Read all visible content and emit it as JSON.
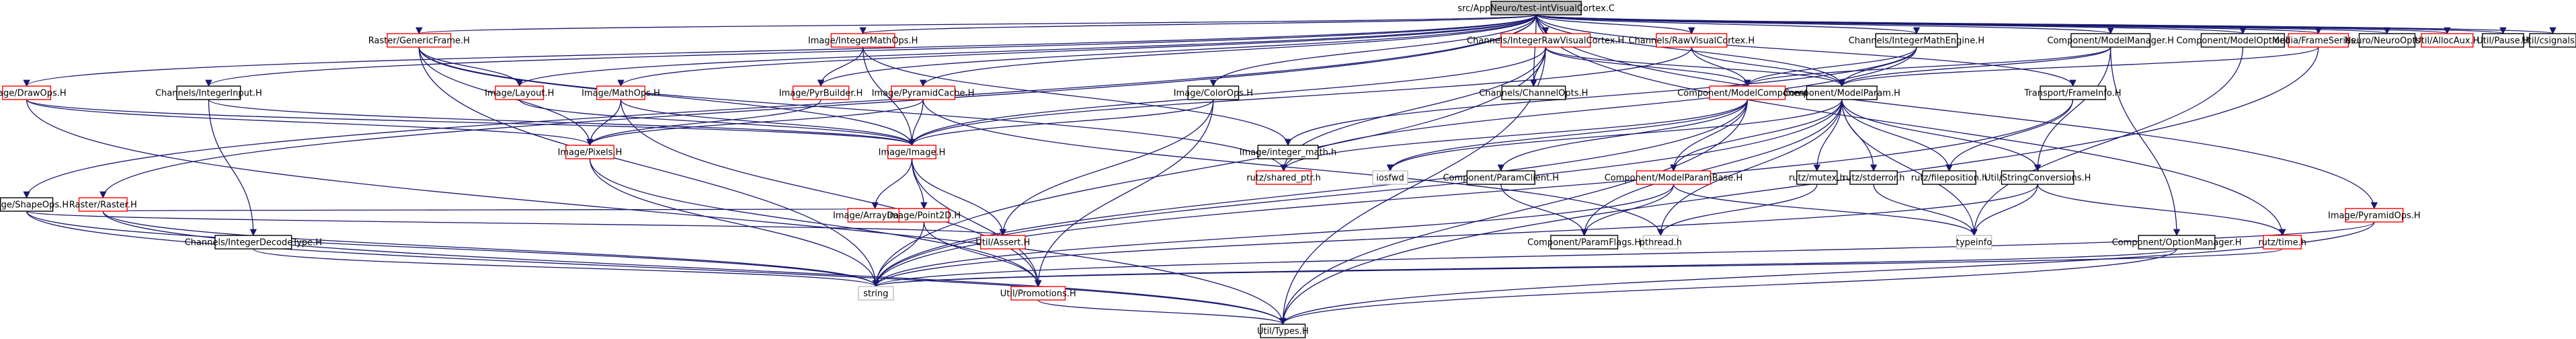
{
  "colors": {
    "edge": "#191970",
    "black_border": "#000000",
    "red_border": "#ff0000",
    "grey_border": "#bfbfbf",
    "root_fill": "#bfbfbf",
    "text": "#000000"
  },
  "nodes": [
    {
      "id": "root",
      "label": "src/AppNeuro/test-intVisualCortex.C",
      "style": "root"
    },
    {
      "id": "image_drawops",
      "label": "Image/DrawOps.H",
      "style": "red"
    },
    {
      "id": "image_shapeops",
      "label": "Image/ShapeOps.H",
      "style": "black"
    },
    {
      "id": "raster_raster",
      "label": "Raster/Raster.H",
      "style": "red"
    },
    {
      "id": "channels_integerinput",
      "label": "Channels/IntegerInput.H",
      "style": "black"
    },
    {
      "id": "channels_integerdecodetype",
      "label": "Channels/IntegerDecodeType.H",
      "style": "black"
    },
    {
      "id": "raster_genericframe",
      "label": "Raster/GenericFrame.H",
      "style": "red"
    },
    {
      "id": "image_layout",
      "label": "Image/Layout.H",
      "style": "red"
    },
    {
      "id": "image_mathops",
      "label": "Image/MathOps.H",
      "style": "red"
    },
    {
      "id": "image_pixels",
      "label": "Image/Pixels.H",
      "style": "red"
    },
    {
      "id": "image_integermathops",
      "label": "Image/IntegerMathOps.H",
      "style": "red"
    },
    {
      "id": "image_pyrbuilder",
      "label": "Image/PyrBuilder.H",
      "style": "red"
    },
    {
      "id": "image_pyramidcache",
      "label": "Image/PyramidCache.H",
      "style": "red"
    },
    {
      "id": "image_image",
      "label": "Image/Image.H",
      "style": "red"
    },
    {
      "id": "image_arraydata",
      "label": "Image/ArrayData.H",
      "style": "red"
    },
    {
      "id": "image_point2d",
      "label": "Image/Point2D.H",
      "style": "red"
    },
    {
      "id": "util_assert",
      "label": "Util/Assert.H",
      "style": "red"
    },
    {
      "id": "util_promotions",
      "label": "Util/Promotions.H",
      "style": "red"
    },
    {
      "id": "util_types",
      "label": "Util/Types.H",
      "style": "black"
    },
    {
      "id": "string",
      "label": "string",
      "style": "grey"
    },
    {
      "id": "image_colorops",
      "label": "Image/ColorOps.H",
      "style": "black"
    },
    {
      "id": "image_integer_math",
      "label": "Image/integer_math.h",
      "style": "black"
    },
    {
      "id": "channels_integerrawvisualcortex",
      "label": "Channels/IntegerRawVisualCortex.H",
      "style": "red"
    },
    {
      "id": "channels_channelopts",
      "label": "Channels/ChannelOpts.H",
      "style": "black"
    },
    {
      "id": "channels_rawvisualcortex",
      "label": "Channels/RawVisualCortex.H",
      "style": "red"
    },
    {
      "id": "component_modelcomponent",
      "label": "Component/ModelComponent.H",
      "style": "red"
    },
    {
      "id": "rutz_shared_ptr",
      "label": "rutz/shared_ptr.h",
      "style": "red"
    },
    {
      "id": "iosfwd",
      "label": "iosfwd",
      "style": "grey"
    },
    {
      "id": "component_paramclient",
      "label": "Component/ParamClient.H",
      "style": "black"
    },
    {
      "id": "component_paramflags",
      "label": "Component/ParamFlags.H",
      "style": "black"
    },
    {
      "id": "component_modelparambase",
      "label": "Component/ModelParamBase.H",
      "style": "red"
    },
    {
      "id": "pthread",
      "label": "pthread.h",
      "style": "grey"
    },
    {
      "id": "channels_integermathengine",
      "label": "Channels/IntegerMathEngine.H",
      "style": "black"
    },
    {
      "id": "component_modelparam",
      "label": "Component/ModelParam.H",
      "style": "black"
    },
    {
      "id": "rutz_mutex",
      "label": "rutz/mutex.h",
      "style": "black"
    },
    {
      "id": "rutz_stderror",
      "label": "rutz/stderror.h",
      "style": "black"
    },
    {
      "id": "rutz_fileposition",
      "label": "rutz/fileposition.h",
      "style": "black"
    },
    {
      "id": "util_stringconversions",
      "label": "Util/StringConversions.H",
      "style": "black"
    },
    {
      "id": "typeinfo",
      "label": "typeinfo",
      "style": "grey"
    },
    {
      "id": "component_modelmanager",
      "label": "Component/ModelManager.H",
      "style": "black"
    },
    {
      "id": "component_modeloptiondef",
      "label": "Component/ModelOptionDef.H",
      "style": "black"
    },
    {
      "id": "component_optionmanager",
      "label": "Component/OptionManager.H",
      "style": "black"
    },
    {
      "id": "rutz_time",
      "label": "rutz/time.h",
      "style": "red"
    },
    {
      "id": "transport_frameinfo",
      "label": "Transport/FrameInfo.H",
      "style": "black"
    },
    {
      "id": "media_frameseries",
      "label": "Media/FrameSeries.H",
      "style": "red"
    },
    {
      "id": "neuro_neuroopts",
      "label": "Neuro/NeuroOpts.H",
      "style": "black"
    },
    {
      "id": "util_allocaux",
      "label": "Util/AllocAux.H",
      "style": "red"
    },
    {
      "id": "util_pause",
      "label": "Util/Pause.H",
      "style": "black"
    },
    {
      "id": "util_csignals",
      "label": "Util/csignals.H",
      "style": "black"
    },
    {
      "id": "image_pyramidops",
      "label": "Image/PyramidOps.H",
      "style": "red"
    }
  ]
}
